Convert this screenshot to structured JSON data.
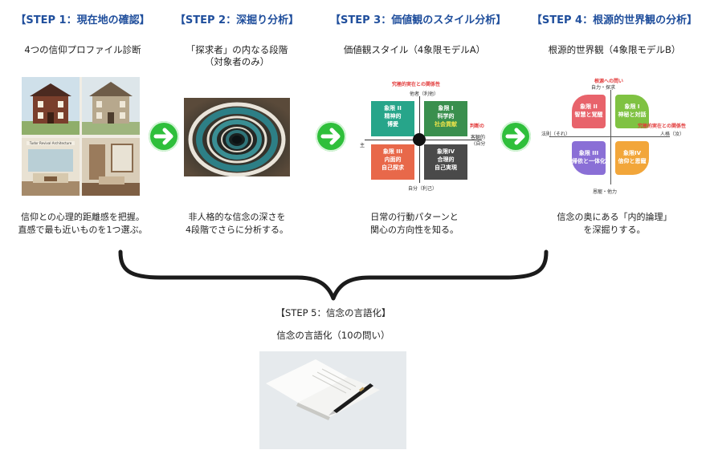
{
  "steps": [
    {
      "title": "【STEP 1：現在地の確認】",
      "subtitle": "4つの信仰プロファイル診断",
      "desc_lines": [
        "信仰との心理的距離感を把握。",
        "直感で最も近いものを1つ選ぶ。"
      ],
      "panel_text": "Tudor Revival Architecture"
    },
    {
      "title": "【STEP 2：深掘り分析】",
      "subtitle_lines": [
        "「探求者」の内なる段階",
        "（対象者のみ）"
      ],
      "desc_lines": [
        "非人格的な信念の深さを",
        "4段階でさらに分析する。"
      ]
    },
    {
      "title": "【STEP 3：価値観のスタイル分析】",
      "subtitle": "価値観スタイル（4象限モデルA）",
      "desc_lines": [
        "日常の行動パターンと",
        "関心の方向性を知る。"
      ],
      "model": {
        "top_caption": "究極的実在との関係性",
        "top_axis": "他者（利他）",
        "bottom_axis": "自分（利己）",
        "right_caption": "判断の",
        "right_axis_lines": [
          "客観的",
          "(自分"
        ],
        "left_axis": "主",
        "quadrants": [
          {
            "id": "II",
            "lines": [
              "象限 II",
              "精神的",
              "博愛"
            ],
            "color": "#27a58a"
          },
          {
            "id": "I",
            "lines": [
              "象限 I",
              "科学的",
              "社会貢献"
            ],
            "color": "#3a8f4e"
          },
          {
            "id": "III",
            "lines": [
              "象限 III",
              "内面的",
              "自己探求"
            ],
            "color": "#e8684a"
          },
          {
            "id": "IV",
            "lines": [
              "象限IV",
              "合理的",
              "自己実現"
            ],
            "color": "#4a4a4a"
          }
        ]
      }
    },
    {
      "title": "【STEP 4：根源的世界観の分析】",
      "subtitle": "根源的世界観（4象限モデルB）",
      "desc_lines": [
        "信念の奥にある「内的論理」",
        "を深掘りする。"
      ],
      "model": {
        "top_caption": "根源への問い",
        "top_axis": "自力・探求",
        "bottom_axis": "恩寵・他力",
        "right_caption": "究極的実在との関係性",
        "right_axis": "人格（汝）",
        "left_axis": "法則（それ）",
        "quadrants": [
          {
            "id": "II",
            "lines": [
              "象限 II",
              "智慧と覚醒"
            ],
            "color": "#e8636b"
          },
          {
            "id": "I",
            "lines": [
              "象限 I",
              "神秘と対話"
            ],
            "color": "#7fc242"
          },
          {
            "id": "III",
            "lines": [
              "象限 III",
              "帰依と一体化"
            ],
            "color": "#8a6fd6"
          },
          {
            "id": "IV",
            "lines": [
              "象限IV",
              "信仰と恩寵"
            ],
            "color": "#f2a63a"
          }
        ]
      }
    }
  ],
  "step5": {
    "title": "【STEP 5：信念の言語化】",
    "subtitle": "信念の言語化（10の問い）"
  },
  "colors": {
    "title_blue": "#1f4e9c",
    "arrow_green": "#2fbf3b",
    "brace": "#1b1b1b"
  }
}
